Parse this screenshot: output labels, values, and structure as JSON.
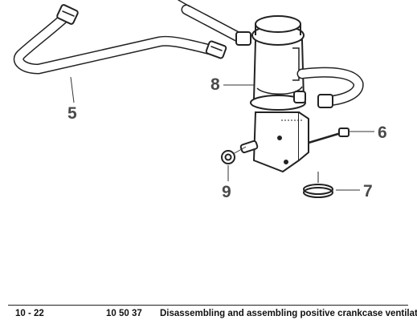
{
  "figure": {
    "callouts": {
      "c5": "5",
      "c6": "6",
      "c7": "7",
      "c8": "8",
      "c9": "9"
    }
  },
  "footer": {
    "page_number": "10 - 22",
    "section_code": "10 50 37",
    "title": "Disassembling and assembling positive crankcase ventilation"
  }
}
